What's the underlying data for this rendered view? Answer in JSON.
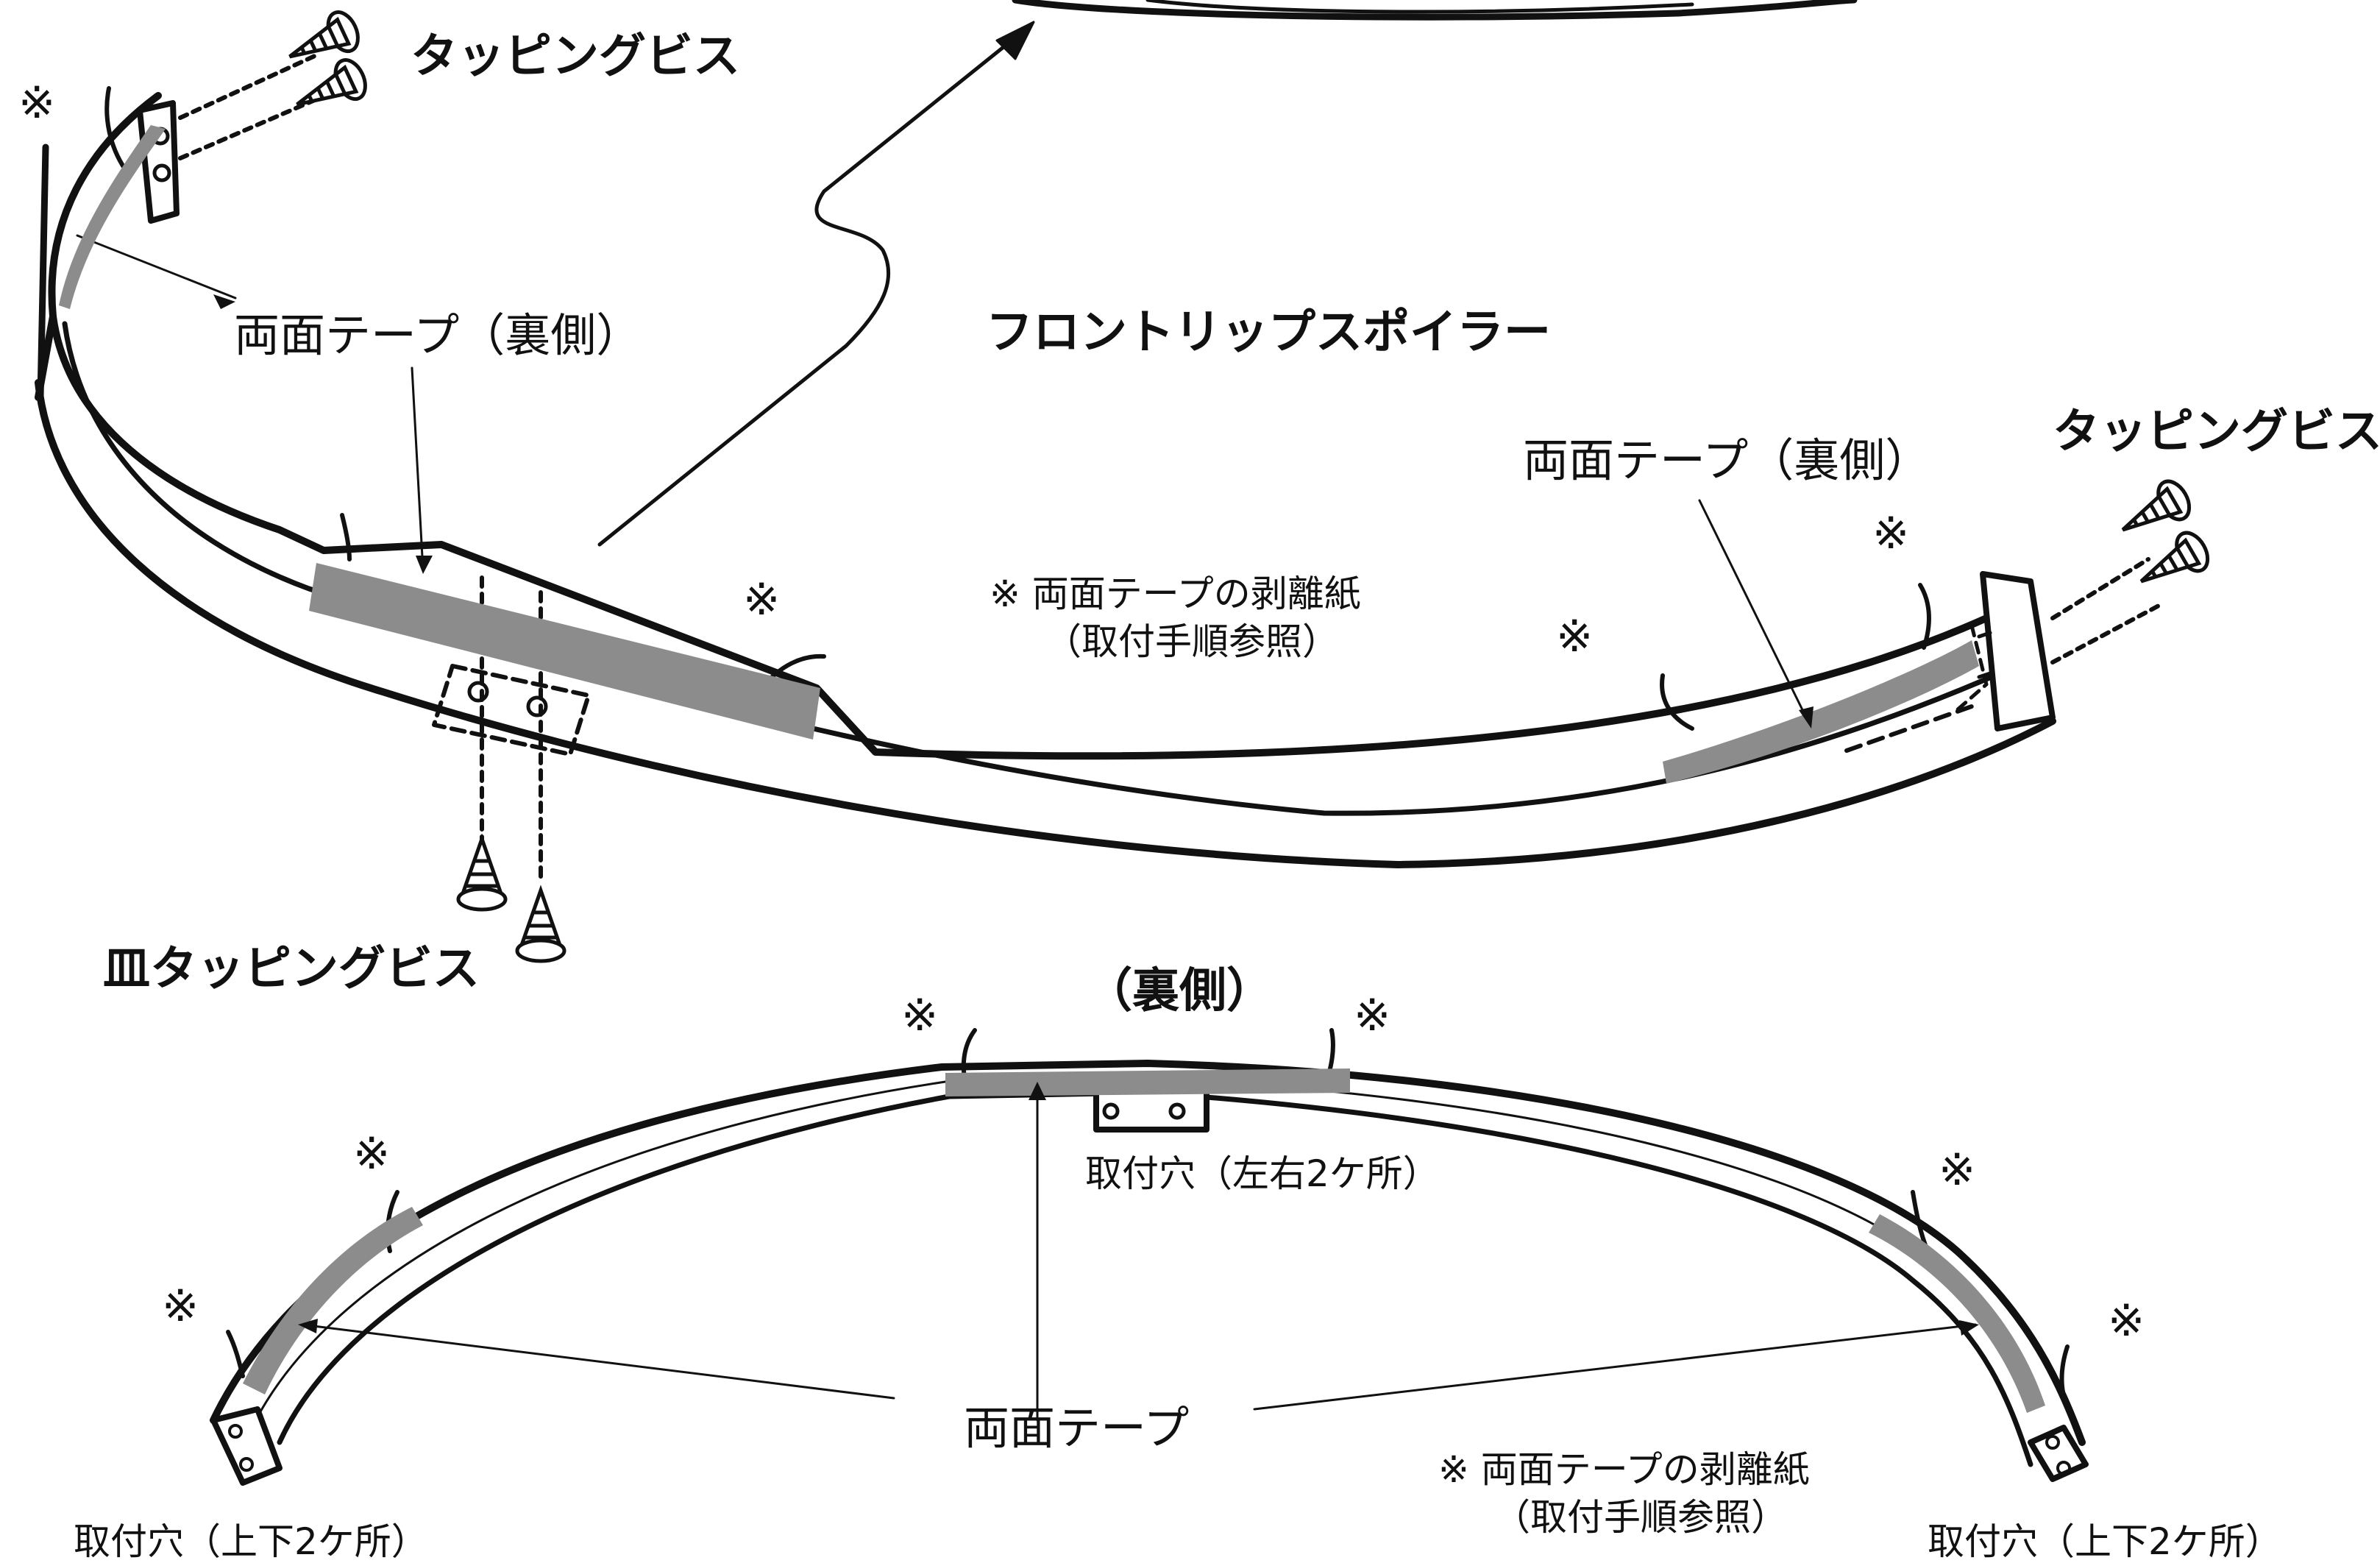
{
  "top_view": {
    "spoiler_label": "フロントリップスポイラー",
    "left_screw_label": "タッピングビス",
    "right_screw_label": "タッピングビス",
    "flat_screw_label": "皿タッピングビス",
    "left_tape_label": "両面テープ（裏側）",
    "right_tape_label": "両面テープ（裏側）",
    "note_line1": "※ 両面テープの剥離紙",
    "note_line2": "（取付手順参照）",
    "release_mark": "※"
  },
  "bottom_view": {
    "title": "（裏側）",
    "center_hole_label": "取付穴（左右2ケ所）",
    "left_hole_label": "取付穴（上下2ケ所）",
    "right_hole_label": "取付穴（上下2ケ所）",
    "tape_label": "両面テープ",
    "note_line1": "※ 両面テープの剥離紙",
    "note_line2": "（取付手順参照）",
    "release_mark": "※"
  },
  "colors": {
    "line": "#111111",
    "tape": "#8c8c8c",
    "paper": "#ffffff"
  }
}
